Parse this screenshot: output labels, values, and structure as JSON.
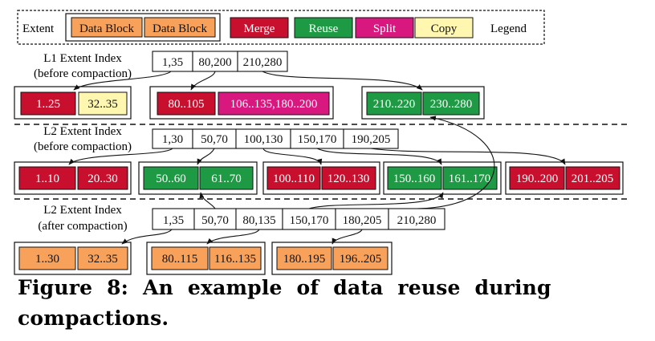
{
  "colors": {
    "merge": "#c8102e",
    "reuse": "#1e9a45",
    "split": "#d8177f",
    "copy": "#fff7b0",
    "data_block": "#f7a15a",
    "text_dark": "#111111",
    "text_light": "#ffffff"
  },
  "legend": {
    "extent_label": "Extent",
    "data_block_1": "Data Block",
    "data_block_2": "Data Block",
    "merge": "Merge",
    "reuse": "Reuse",
    "split": "Split",
    "copy": "Copy",
    "title": "Legend"
  },
  "l1": {
    "label_line1": "L1 Extent Index",
    "label_line2": "(before compaction)",
    "index": [
      "1,35",
      "80,200",
      "210,280"
    ],
    "extents": [
      {
        "blocks": [
          {
            "text": "1..25",
            "kind": "merge"
          },
          {
            "text": "32..35",
            "kind": "copy"
          }
        ]
      },
      {
        "blocks": [
          {
            "text": "80..105",
            "kind": "merge"
          },
          {
            "text": "106..135,180..200",
            "kind": "split"
          }
        ]
      },
      {
        "blocks": [
          {
            "text": "210..220",
            "kind": "reuse"
          },
          {
            "text": "230..280",
            "kind": "reuse"
          }
        ]
      }
    ]
  },
  "l2_before": {
    "label_line1": "L2 Extent Index",
    "label_line2": "(before compaction)",
    "index": [
      "1,30",
      "50,70",
      "100,130",
      "150,170",
      "190,205"
    ],
    "extents": [
      {
        "blocks": [
          {
            "text": "1..10",
            "kind": "merge"
          },
          {
            "text": "20..30",
            "kind": "merge"
          }
        ]
      },
      {
        "blocks": [
          {
            "text": "50..60",
            "kind": "reuse"
          },
          {
            "text": "61..70",
            "kind": "reuse"
          }
        ]
      },
      {
        "blocks": [
          {
            "text": "100..110",
            "kind": "merge"
          },
          {
            "text": "120..130",
            "kind": "merge"
          }
        ]
      },
      {
        "blocks": [
          {
            "text": "150..160",
            "kind": "reuse"
          },
          {
            "text": "161..170",
            "kind": "reuse"
          }
        ]
      },
      {
        "blocks": [
          {
            "text": "190..200",
            "kind": "merge"
          },
          {
            "text": "201..205",
            "kind": "merge"
          }
        ]
      }
    ]
  },
  "l2_after": {
    "label_line1": "L2 Extent Index",
    "label_line2": "(after compaction)",
    "index": [
      "1,35",
      "50,70",
      "80,135",
      "150,170",
      "180,205",
      "210,280"
    ],
    "extents": [
      {
        "blocks": [
          {
            "text": "1..30",
            "kind": "data_block"
          },
          {
            "text": "32..35",
            "kind": "data_block"
          }
        ]
      },
      {
        "blocks": [
          {
            "text": "80..115",
            "kind": "data_block"
          },
          {
            "text": "116..135",
            "kind": "data_block"
          }
        ]
      },
      {
        "blocks": [
          {
            "text": "180..195",
            "kind": "data_block"
          },
          {
            "text": "196..205",
            "kind": "data_block"
          }
        ]
      }
    ]
  },
  "caption": "Figure 8: An example of data reuse during compactions."
}
